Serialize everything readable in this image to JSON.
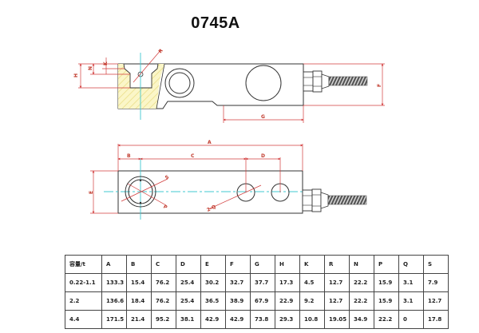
{
  "title": "0745A",
  "colors": {
    "outline": "#333333",
    "dimension": "#d23c3c",
    "centerline": "#40c8d0",
    "hatch_fill": "#fbf6c8",
    "hatch_line": "#e8dc80"
  },
  "side_view": {
    "labels": {
      "H": "H",
      "N": "N",
      "K": "K",
      "R": "R",
      "G": "G",
      "F": "F"
    }
  },
  "top_view": {
    "labels": {
      "A": "A",
      "B": "B",
      "C": "C",
      "D": "D",
      "E": "E",
      "S": "S",
      "P": "P",
      "Q": "2-Q"
    }
  },
  "table": {
    "headers": [
      "容量/t",
      "A",
      "B",
      "C",
      "D",
      "E",
      "F",
      "G",
      "H",
      "K",
      "R",
      "N",
      "P",
      "Q",
      "S"
    ],
    "rows": [
      [
        "0.22-1.1",
        "133.3",
        "15.4",
        "76.2",
        "25.4",
        "30.2",
        "32.7",
        "37.7",
        "17.3",
        "4.5",
        "12.7",
        "22.2",
        "15.9",
        "3.1",
        "7.9"
      ],
      [
        "2.2",
        "136.6",
        "18.4",
        "76.2",
        "25.4",
        "36.5",
        "38.9",
        "67.9",
        "22.9",
        "9.2",
        "12.7",
        "22.2",
        "15.9",
        "3.1",
        "12.7"
      ],
      [
        "4.4",
        "171.5",
        "21.4",
        "95.2",
        "38.1",
        "42.9",
        "42.9",
        "73.8",
        "29.3",
        "10.8",
        "19.05",
        "34.9",
        "22.2",
        "0",
        "17.8"
      ]
    ]
  }
}
